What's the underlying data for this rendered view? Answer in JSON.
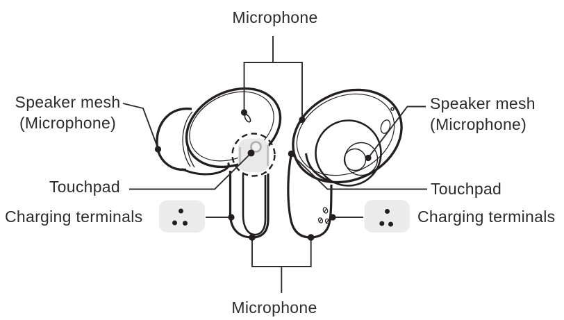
{
  "figure": {
    "type": "device-parts-diagram",
    "subject": "true wireless earbuds, left and right, with labeled parts",
    "colors": {
      "line": "#231f20",
      "text": "#2e2a2b",
      "terminal_box_bg": "#ececec",
      "touchpad_bg": "#e9e9e9",
      "touchpad_ring": "#b0abab",
      "touchpad_tick": "#bcbcbc"
    },
    "labels": {
      "top_microphone": "Microphone",
      "bottom_microphone": "Microphone",
      "left_speaker_mesh_line1": "Speaker mesh",
      "left_speaker_mesh_line2": "(Microphone)",
      "right_speaker_mesh_line1": "Speaker mesh",
      "right_speaker_mesh_line2": "(Microphone)",
      "left_touchpad": "Touchpad",
      "right_touchpad": "Touchpad",
      "left_charging_terminals": "Charging terminals",
      "right_charging_terminals": "Charging terminals"
    },
    "icons": {
      "charging_terminals_left": "three-dot-charging-contacts-icon",
      "charging_terminals_right": "three-dot-charging-contacts-icon",
      "touchpad_marker": "dashed-circle-touchpad-icon"
    }
  }
}
